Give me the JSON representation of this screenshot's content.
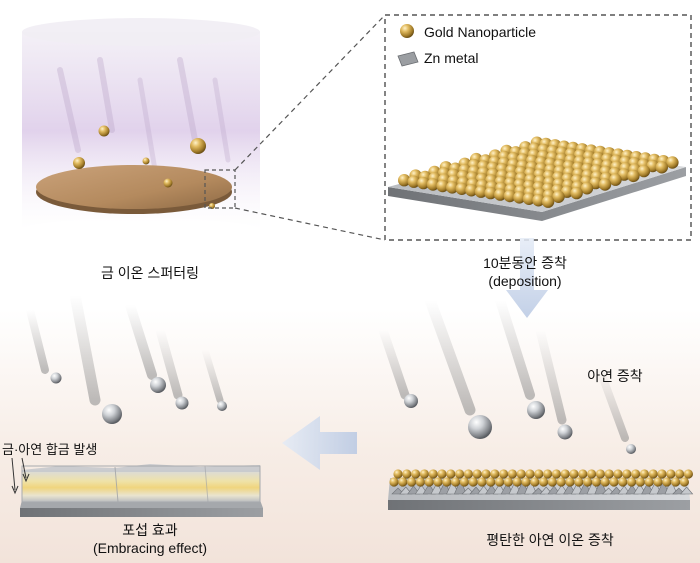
{
  "legend": {
    "gold_label": "Gold Nanoparticle",
    "zn_label": "Zn metal"
  },
  "steps": {
    "step1": "금 이온 스퍼터링",
    "step2_line1": "10분동안 증착",
    "step2_line2": "(deposition)",
    "step3_zinc": "아연 증착",
    "step4": "평탄한 아연 이온 증착",
    "step5_alloy": "금·아연 합금 발생",
    "step6_line1": "포섭 효과",
    "step6_line2": "(Embracing effect)"
  },
  "colors": {
    "gold": "#c9a24a",
    "zinc": "#9a9da2",
    "arrow": "#c9d5ea",
    "chamber": "#d9c9e6"
  }
}
